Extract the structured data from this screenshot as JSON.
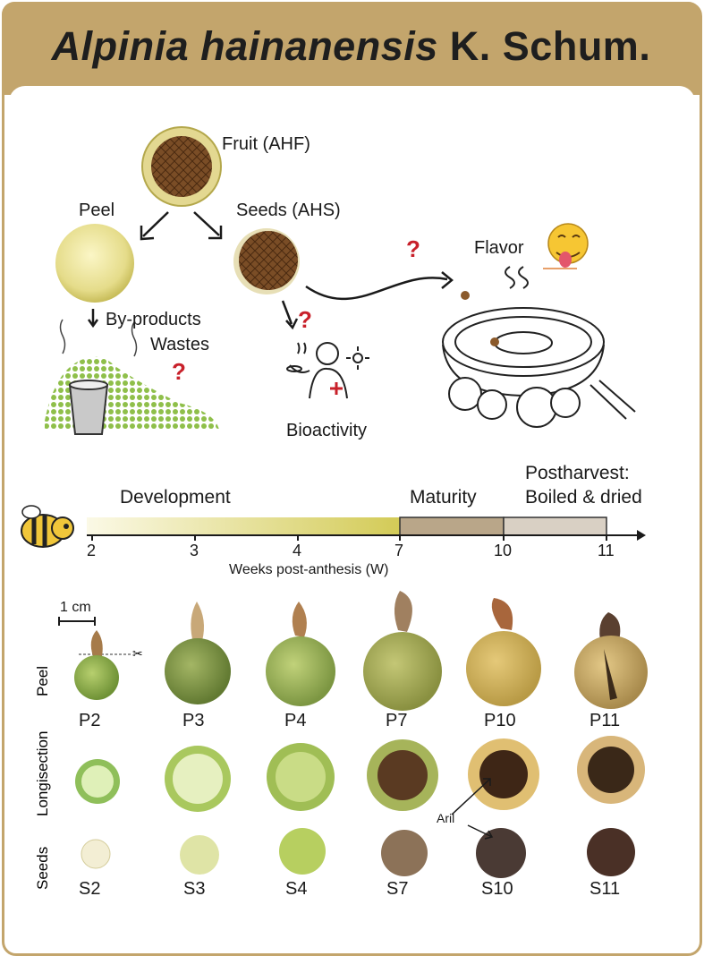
{
  "title": {
    "species": "Alpinia hainanensis",
    "authority": "K. Schum."
  },
  "diagram": {
    "fruit": "Fruit (AHF)",
    "peel": "Peel",
    "seeds": "Seeds (AHS)",
    "byproducts": "By-products",
    "wastes": "Wastes",
    "bioactivity": "Bioactivity",
    "flavor": "Flavor",
    "question_mark": "?"
  },
  "timeline": {
    "stages": [
      "Development",
      "Maturity",
      "Postharvest:",
      "Boiled & dried"
    ],
    "ticks": [
      "2",
      "3",
      "4",
      "7",
      "10",
      "11"
    ],
    "axis_label": "Weeks post-anthesis (W)",
    "colors": {
      "development_start": "#fbf9e6",
      "development_end": "#d3cb57",
      "maturity": "#b9a689",
      "postharvest": "#d9d0c4"
    }
  },
  "samples": {
    "scale": "1 cm",
    "rows": [
      "Peel",
      "Longisection",
      "Seeds"
    ],
    "peel_codes": [
      "P2",
      "P3",
      "P4",
      "P7",
      "P10",
      "P11"
    ],
    "seed_codes": [
      "S2",
      "S3",
      "S4",
      "S7",
      "S10",
      "S11"
    ],
    "aril": "Aril"
  }
}
